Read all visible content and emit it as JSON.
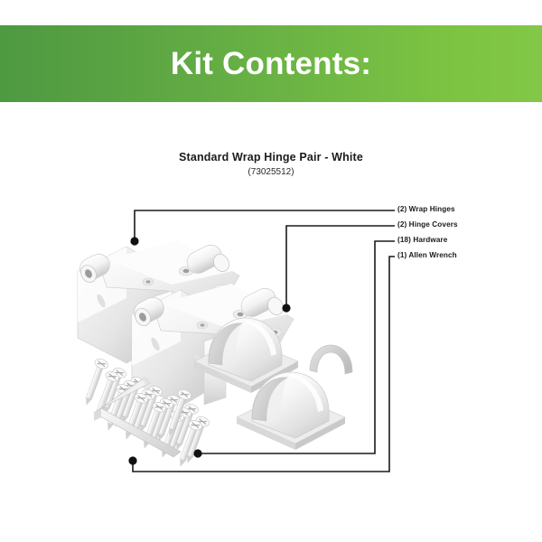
{
  "header": {
    "title": "Kit Contents:",
    "gradient_from": "#4e9a41",
    "gradient_to": "#82c846"
  },
  "product": {
    "title": "Standard Wrap Hinge Pair - White",
    "sku": "(73025512)"
  },
  "diagram": {
    "background": "#ffffff",
    "line_color": "#1a1a1a",
    "part_color": "#f2f2f2",
    "callouts": [
      {
        "id": "wrap-hinges",
        "label": "(2) Wrap Hinges",
        "quantity": 2,
        "name": "Wrap Hinges"
      },
      {
        "id": "hinge-covers",
        "label": "(2) Hinge Covers",
        "quantity": 2,
        "name": "Hinge Covers"
      },
      {
        "id": "hardware",
        "label": "(18) Hardware",
        "quantity": 18,
        "name": "Hardware"
      },
      {
        "id": "allen-wrench",
        "label": "(1) Allen Wrench",
        "quantity": 1,
        "name": "Allen Wrench"
      }
    ]
  }
}
